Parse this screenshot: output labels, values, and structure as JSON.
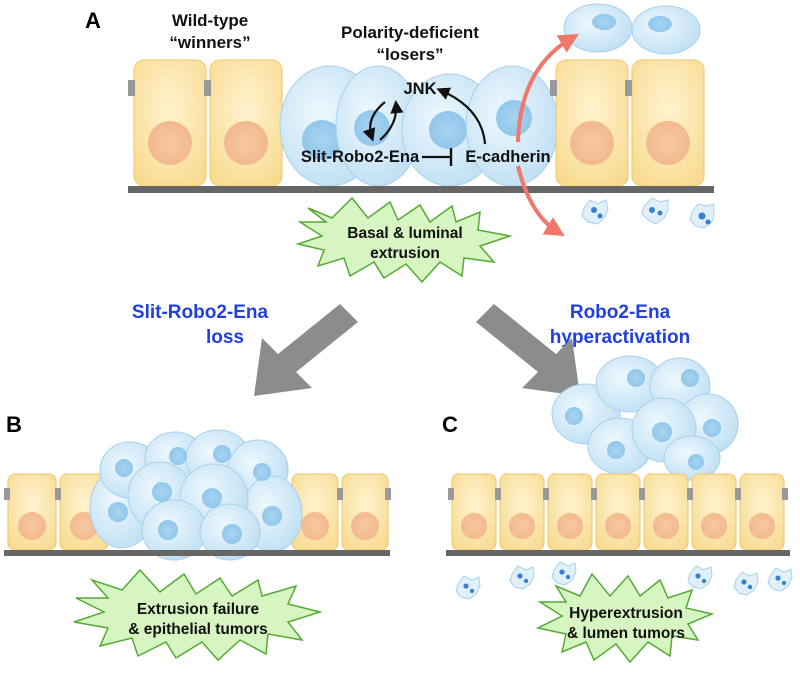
{
  "panels": {
    "a": "A",
    "b": "B",
    "c": "C"
  },
  "labels": {
    "winners_line1": "Wild-type",
    "winners_line2": "“winners”",
    "losers_line1": "Polarity-deficient",
    "losers_line2": "“losers”"
  },
  "pathway": {
    "jnk": "JNK",
    "slit_robo2_ena": "Slit-Robo2-Ena",
    "ecadherin": "E-cadherin"
  },
  "bursts": {
    "a_line1": "Basal & luminal",
    "a_line2": "extrusion",
    "b_line1": "Extrusion failure",
    "b_line2": "& epithelial tumors",
    "c_line1": "Hyperextrusion",
    "c_line2": "& lumen tumors"
  },
  "arrows": {
    "left_line1": "Slit-Robo2-Ena",
    "left_line2": "loss",
    "right_line1": "Robo2-Ena",
    "right_line2": "hyperactivation"
  },
  "colors": {
    "winner_cell": "#fbe2a6",
    "winner_nucleus": "#f4c49a",
    "loser_cell": "#d6ecf9",
    "loser_nucleus": "#b9dcf2",
    "membrane": "#666666",
    "extrusion_arrow": "#f0776a",
    "transition_arrow": "#8c8c8c",
    "burst_fill": "#d7f5c2",
    "burst_stroke": "#55aa33",
    "label_blue": "#1f3fe0"
  }
}
